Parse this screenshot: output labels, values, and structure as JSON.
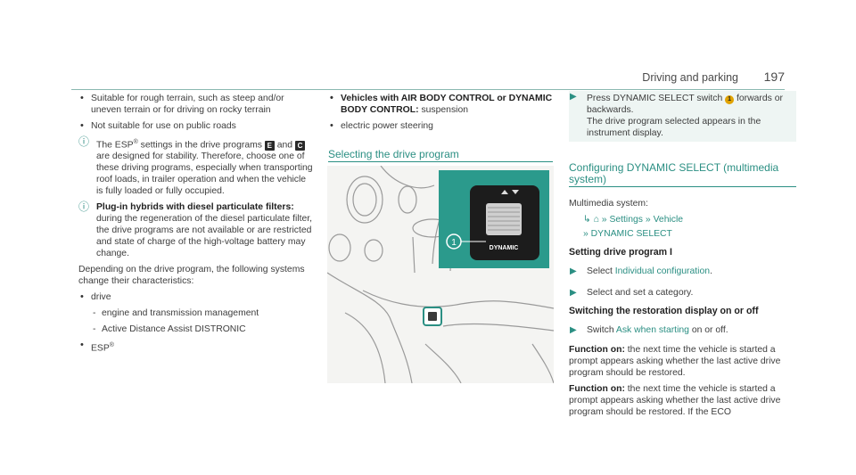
{
  "header": {
    "title": "Driving and parking",
    "page": "197"
  },
  "col1": {
    "bullets": [
      "Suitable for rough terrain, such as steep and/or uneven terrain or for driving on rocky terrain",
      "Not suitable for use on public roads"
    ],
    "note1": {
      "before": "The ESP",
      "reg": "®",
      "mid1": " settings in the drive programs ",
      "key1": "E",
      "mid2": " and ",
      "key2": "C",
      "after": " are designed for stability. Therefore, choose one of these driving programs, especially when transporting roof loads, in trailer operation and when the vehicle is fully loaded or fully occupied."
    },
    "note2": {
      "title": "Plug-in hybrids with diesel particulate filters:",
      "text": " during the regeneration of the diesel particulate filter, the drive programs are not available or are restricted and state of charge of the high-voltage battery may change."
    },
    "para": "Depending on the drive program, the following systems change their characteristics:",
    "list": {
      "drive": "drive",
      "sub": [
        "engine and transmission management",
        "Active Distance Assist DISTRONIC"
      ],
      "esp": "ESP",
      "esp_reg": "®"
    }
  },
  "col2": {
    "bold_bullet": "Vehicles with AIR BODY CONTROL or DYNAMIC BODY CONTROL:",
    "bold_bullet_rest": " suspension",
    "bullet2": "electric power steering",
    "section": "Selecting the drive program",
    "illustration": {
      "badge": "1",
      "switch_label": "DYNAMIC"
    }
  },
  "col3": {
    "step1": {
      "before": "Press DYNAMIC SELECT switch ",
      "badge": "1",
      "after": " forwards or backwards.",
      "line2": "The drive program selected appears in the instrument display."
    },
    "section": "Configuring DYNAMIC SELECT (multimedia system)",
    "multimedia": "Multimedia system:",
    "nav": {
      "settings": "Settings",
      "vehicle": "Vehicle",
      "dynamic": "DYNAMIC SELECT"
    },
    "sub1": "Setting drive program I",
    "step2": {
      "before": "Select ",
      "link": "Individual configuration",
      "after": "."
    },
    "step3": "Select and set a category.",
    "sub2": "Switching the restoration display on or off",
    "step4": {
      "before": "Switch ",
      "link": "Ask when starting",
      "after": " on or off."
    },
    "fn1": {
      "title": "Function on:",
      "text": " the next time the vehicle is started a prompt appears asking whether the last active drive program should be restored."
    },
    "fn2": {
      "title": "Function on:",
      "text": " the next time the vehicle is started a prompt appears asking whether the last active drive program should be restored. If the ECO"
    }
  },
  "colors": {
    "teal": "#2b8f83",
    "badge": "#e1a300",
    "illustration_bg": "#f4f4f2"
  },
  "icons": [
    "note-icon",
    "step-arrow-icon",
    "home-icon",
    "menu-enter-icon",
    "forward-chevron-icon"
  ]
}
